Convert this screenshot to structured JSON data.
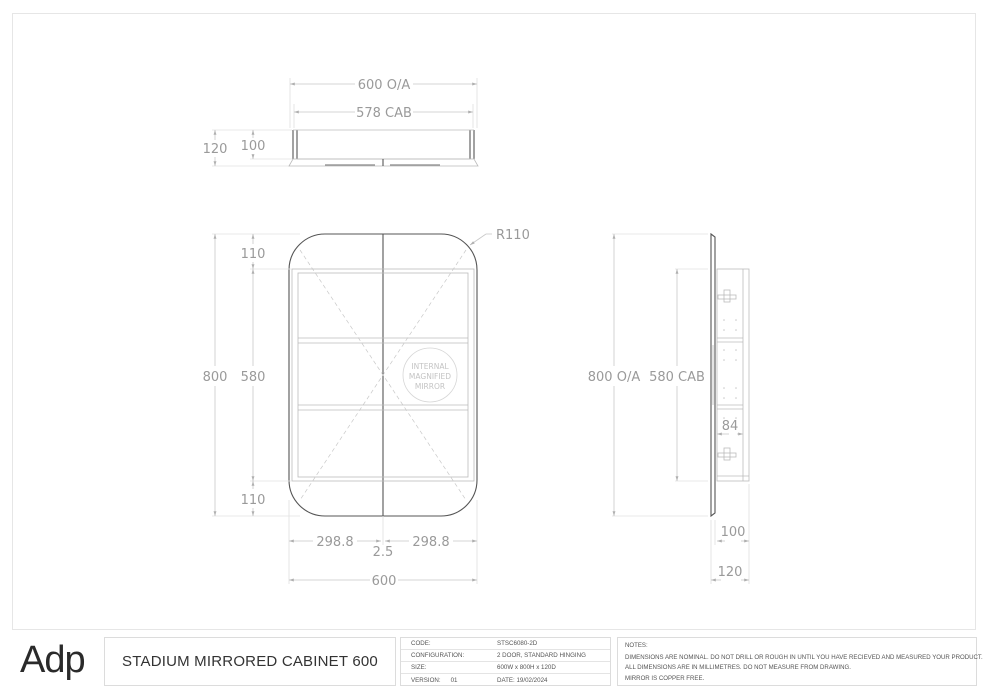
{
  "title_block": {
    "brand": "Adp",
    "product_title": "STADIUM MIRRORED CABINET 600",
    "info": {
      "code_label": "CODE:",
      "code_value": "STSC6080-2D",
      "configuration_label": "CONFIGURATION:",
      "configuration_value": "2 DOOR, STANDARD HINGING",
      "size_label": "SIZE:",
      "size_value": "600W x 800H x 120D",
      "version_label": "VERSION:",
      "version_value": "01",
      "date_value": "DATE: 19/02/2024"
    },
    "notes": {
      "heading": "NOTES:",
      "lines": [
        "DIMENSIONS ARE NOMINAL. DO NOT DRILL OR ROUGH IN UNTIL YOU HAVE RECIEVED AND MEASURED YOUR PRODUCT.",
        "ALL DIMENSIONS ARE IN MILLIMETRES. DO NOT MEASURE FROM DRAWING.",
        "MIRROR IS COPPER FREE."
      ]
    }
  },
  "top_view": {
    "overall_width": "600 O/A",
    "cabinet_width": "578 CAB",
    "overall_depth": "120",
    "cabinet_depth": "100"
  },
  "front_view": {
    "radius": "R110",
    "top_corner": "110",
    "middle": "580",
    "bottom_corner": "110",
    "overall_height": "800",
    "door_left_width": "298.8",
    "door_gap": "2.5",
    "door_right_width": "298.8",
    "overall_width": "600",
    "mirror_label_1": "INTERNAL",
    "mirror_label_2": "MAGNIFIED",
    "mirror_label_3": "MIRROR"
  },
  "side_view": {
    "overall_height": "800 O/A",
    "cabinet_height": "580 CAB",
    "internal_depth": "84",
    "cabinet_depth": "100",
    "overall_depth": "120"
  },
  "colors": {
    "dimension_text": "#9a9a9a",
    "object_line": "#555555",
    "border": "#dcdcdc"
  }
}
